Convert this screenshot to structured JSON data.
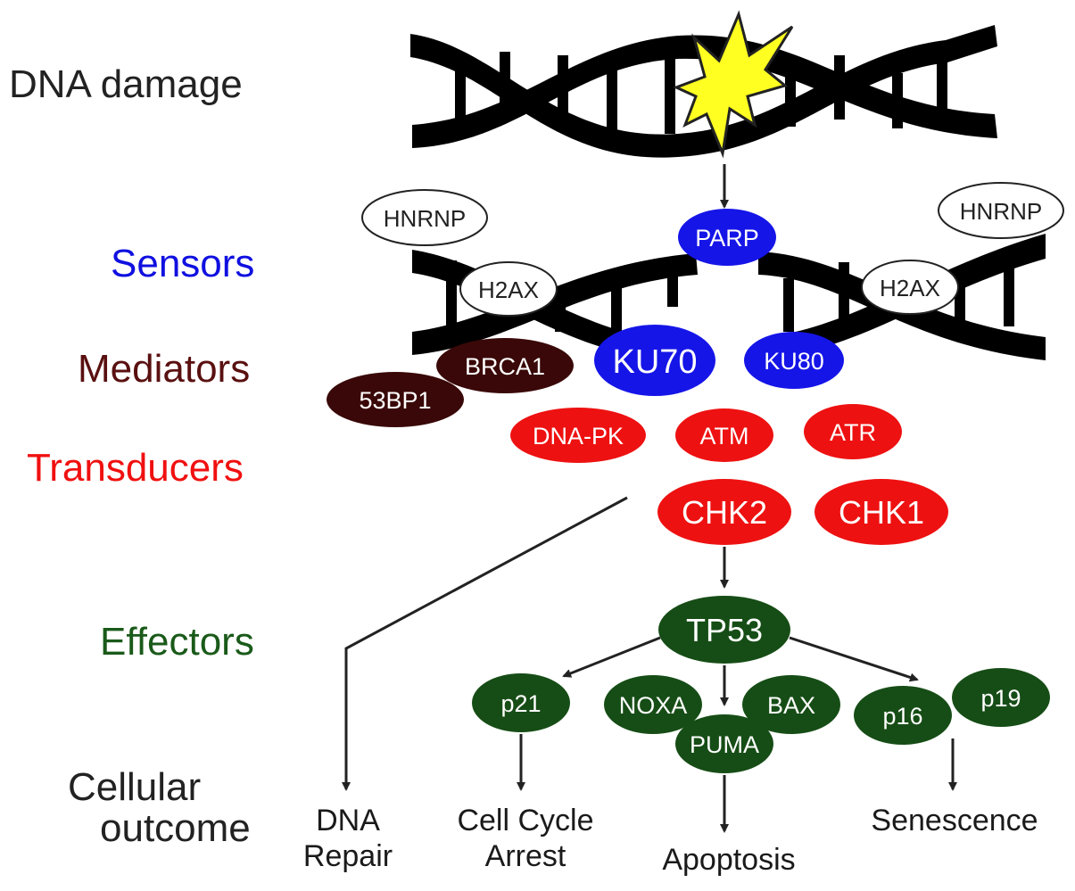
{
  "stages": {
    "dna_damage": "DNA damage",
    "sensors": "Sensors",
    "mediators": "Mediators",
    "transducers": "Transducers",
    "effectors": "Effectors",
    "cellular_outcome_line1": "Cellular",
    "cellular_outcome_line2": "outcome"
  },
  "colors": {
    "sensors": "#1010e0",
    "mediators": "#5a1010",
    "transducers": "#f01010",
    "effectors": "#1a5a1a",
    "text_dark": "#222222",
    "sensor_node": "#1515e8",
    "mediator_node": "#3a0808",
    "transducer_node": "#ee1111",
    "effector_node": "#164d16",
    "damage_star": "#ffff22"
  },
  "nodes": {
    "hnrnp_left": "HNRNP",
    "hnrnp_right": "HNRNP",
    "parp": "PARP",
    "h2ax_left": "H2AX",
    "h2ax_right": "H2AX",
    "ku70": "KU70",
    "ku80": "KU80",
    "brca1": "BRCA1",
    "bp53": "53BP1",
    "dnapk": "DNA-PK",
    "atm": "ATM",
    "atr": "ATR",
    "chk2": "CHK2",
    "chk1": "CHK1",
    "tp53": "TP53",
    "p21": "p21",
    "noxa": "NOXA",
    "bax": "BAX",
    "puma": "PUMA",
    "p16": "p16",
    "p19": "p19"
  },
  "outcomes": {
    "dna_repair_1": "DNA",
    "dna_repair_2": "Repair",
    "cell_cycle_1": "Cell Cycle",
    "cell_cycle_2": "Arrest",
    "apoptosis": "Apoptosis",
    "senescence": "Senescence"
  }
}
